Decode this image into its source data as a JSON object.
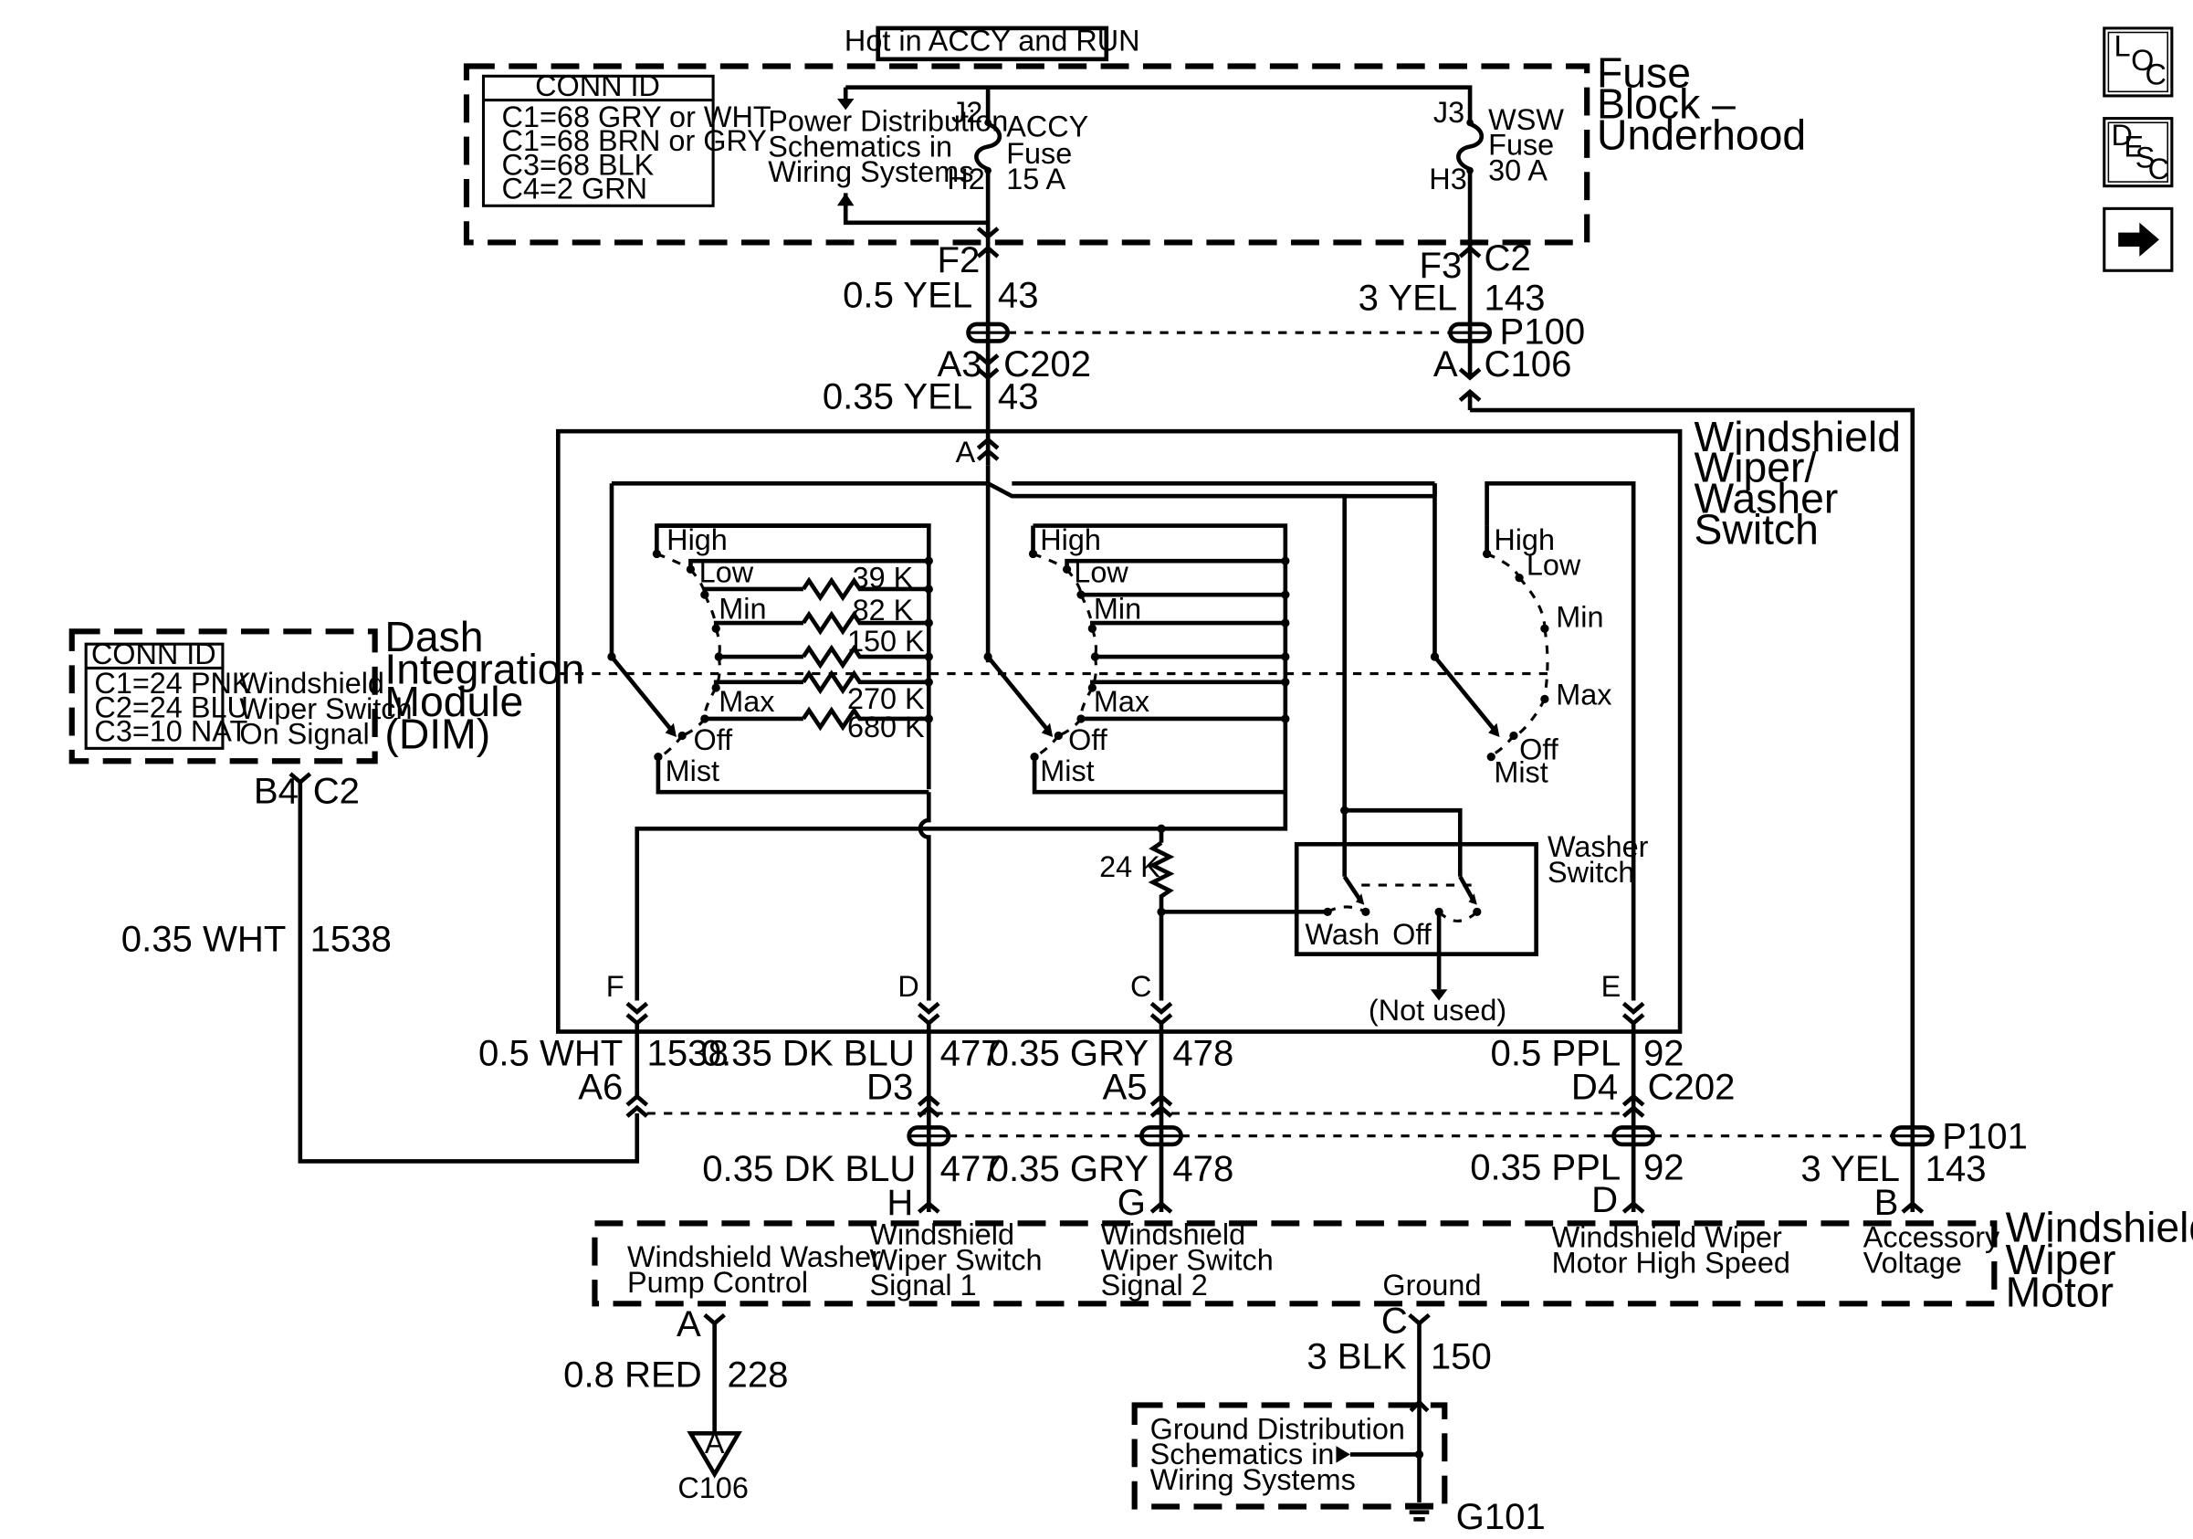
{
  "nav": {
    "loc": {
      "a": "L",
      "b": "O",
      "c": "C"
    },
    "desc": {
      "a": "D",
      "b": "E",
      "c": "S",
      "d": "C"
    }
  },
  "hot_label": "Hot in ACCY and RUN",
  "fuse_block": {
    "title": [
      "Fuse",
      "Block –",
      "Underhood"
    ],
    "conn_title": "CONN ID",
    "conn": [
      "C1=68 GRY or WHT",
      "C1=68 BRN or GRY",
      "C3=68 BLK",
      "C4=2 GRN"
    ],
    "power_ref": [
      "Power Distribution",
      "Schematics in",
      "Wiring Systems"
    ],
    "accy": {
      "name": "ACCY",
      "type": "Fuse",
      "rating": "15 A",
      "in": "J2",
      "out": "H2"
    },
    "wsw": {
      "name": "WSW",
      "type": "Fuse",
      "rating": "30 A",
      "in": "J3",
      "out": "H3"
    }
  },
  "wires": {
    "f2": "F2",
    "f3": "F3",
    "c2": "C2",
    "w43_color": "0.5 YEL",
    "w43_num": "43",
    "w143_color": "3 YEL",
    "w143_num": "143",
    "p100": "P100",
    "a3": "A3",
    "c202_top": "C202",
    "a": "A",
    "c106_top": "C106",
    "w43b_color": "0.35 YEL",
    "w43b_num": "43"
  },
  "switch": {
    "title": [
      "Windshield",
      "Wiper/",
      "Washer",
      "Switch"
    ],
    "pin_a": "A",
    "pos_left": [
      "High",
      "Low",
      "Min",
      "Max",
      "Off",
      "Mist"
    ],
    "resistors": [
      "39 K",
      "82 K",
      "150 K",
      "270 K",
      "680 K"
    ],
    "pos_mid": [
      "High",
      "Low",
      "Min",
      "Max",
      "Off",
      "Mist"
    ],
    "pos_right": [
      "High",
      "Low",
      "Min",
      "Max",
      "Off",
      "Mist"
    ],
    "r24": "24 K",
    "washer": {
      "title": [
        "Washer",
        "Switch"
      ],
      "wash": "Wash",
      "off": "Off"
    },
    "not_used": "(Not used)",
    "pins": {
      "f": "F",
      "d": "D",
      "c": "C",
      "e": "E"
    }
  },
  "dim": {
    "title": [
      "Dash",
      "Integration",
      "Module",
      "(DIM)"
    ],
    "conn_title": "CONN ID",
    "conn": [
      "C1=24 PNK",
      "C2=24 BLU",
      "C3=10 NAT"
    ],
    "signal": [
      "Windshield",
      "Wiper Switch",
      "On Signal"
    ],
    "b4": "B4",
    "c2": "C2",
    "w_color": "0.35 WHT",
    "w_num": "1538"
  },
  "lower": {
    "w1538_color": "0.5 WHT",
    "w1538_num": "1538",
    "a6": "A6",
    "w477_color": "0.35 DK BLU",
    "w477_num": "477",
    "d3": "D3",
    "w478_color": "0.35 GRY",
    "w478_num": "478",
    "a5": "A5",
    "w92_color": "0.5 PPL",
    "w92_num": "92",
    "d4": "D4",
    "c202": "C202",
    "p101": "P101",
    "m477_color": "0.35 DK BLU",
    "m477_num": "477",
    "h": "H",
    "m478_color": "0.35 GRY",
    "m478_num": "478",
    "g": "G",
    "m92_color": "0.35 PPL",
    "m92_num": "92",
    "d": "D",
    "m143_color": "3 YEL",
    "m143_num": "143",
    "b": "B"
  },
  "motor": {
    "title": [
      "Windshield",
      "Wiper",
      "Motor"
    ],
    "washer_pump": [
      "Windshield Washer",
      "Pump Control"
    ],
    "sig1": [
      "Windshield",
      "Wiper Switch",
      "Signal 1"
    ],
    "sig2": [
      "Windshield",
      "Wiper Switch",
      "Signal 2"
    ],
    "high": [
      "Windshield Wiper",
      "Motor High Speed"
    ],
    "acc": [
      "Accessory",
      "Voltage"
    ],
    "ground": "Ground",
    "pin_a": "A",
    "pin_c": "C"
  },
  "bottom": {
    "red_color": "0.8 RED",
    "red_num": "228",
    "tri_letter": "A",
    "c106": "C106",
    "blk_color": "3 BLK",
    "blk_num": "150",
    "ground_ref": [
      "Ground Distribution",
      "Schematics in",
      "Wiring Systems"
    ],
    "g101": "G101"
  }
}
